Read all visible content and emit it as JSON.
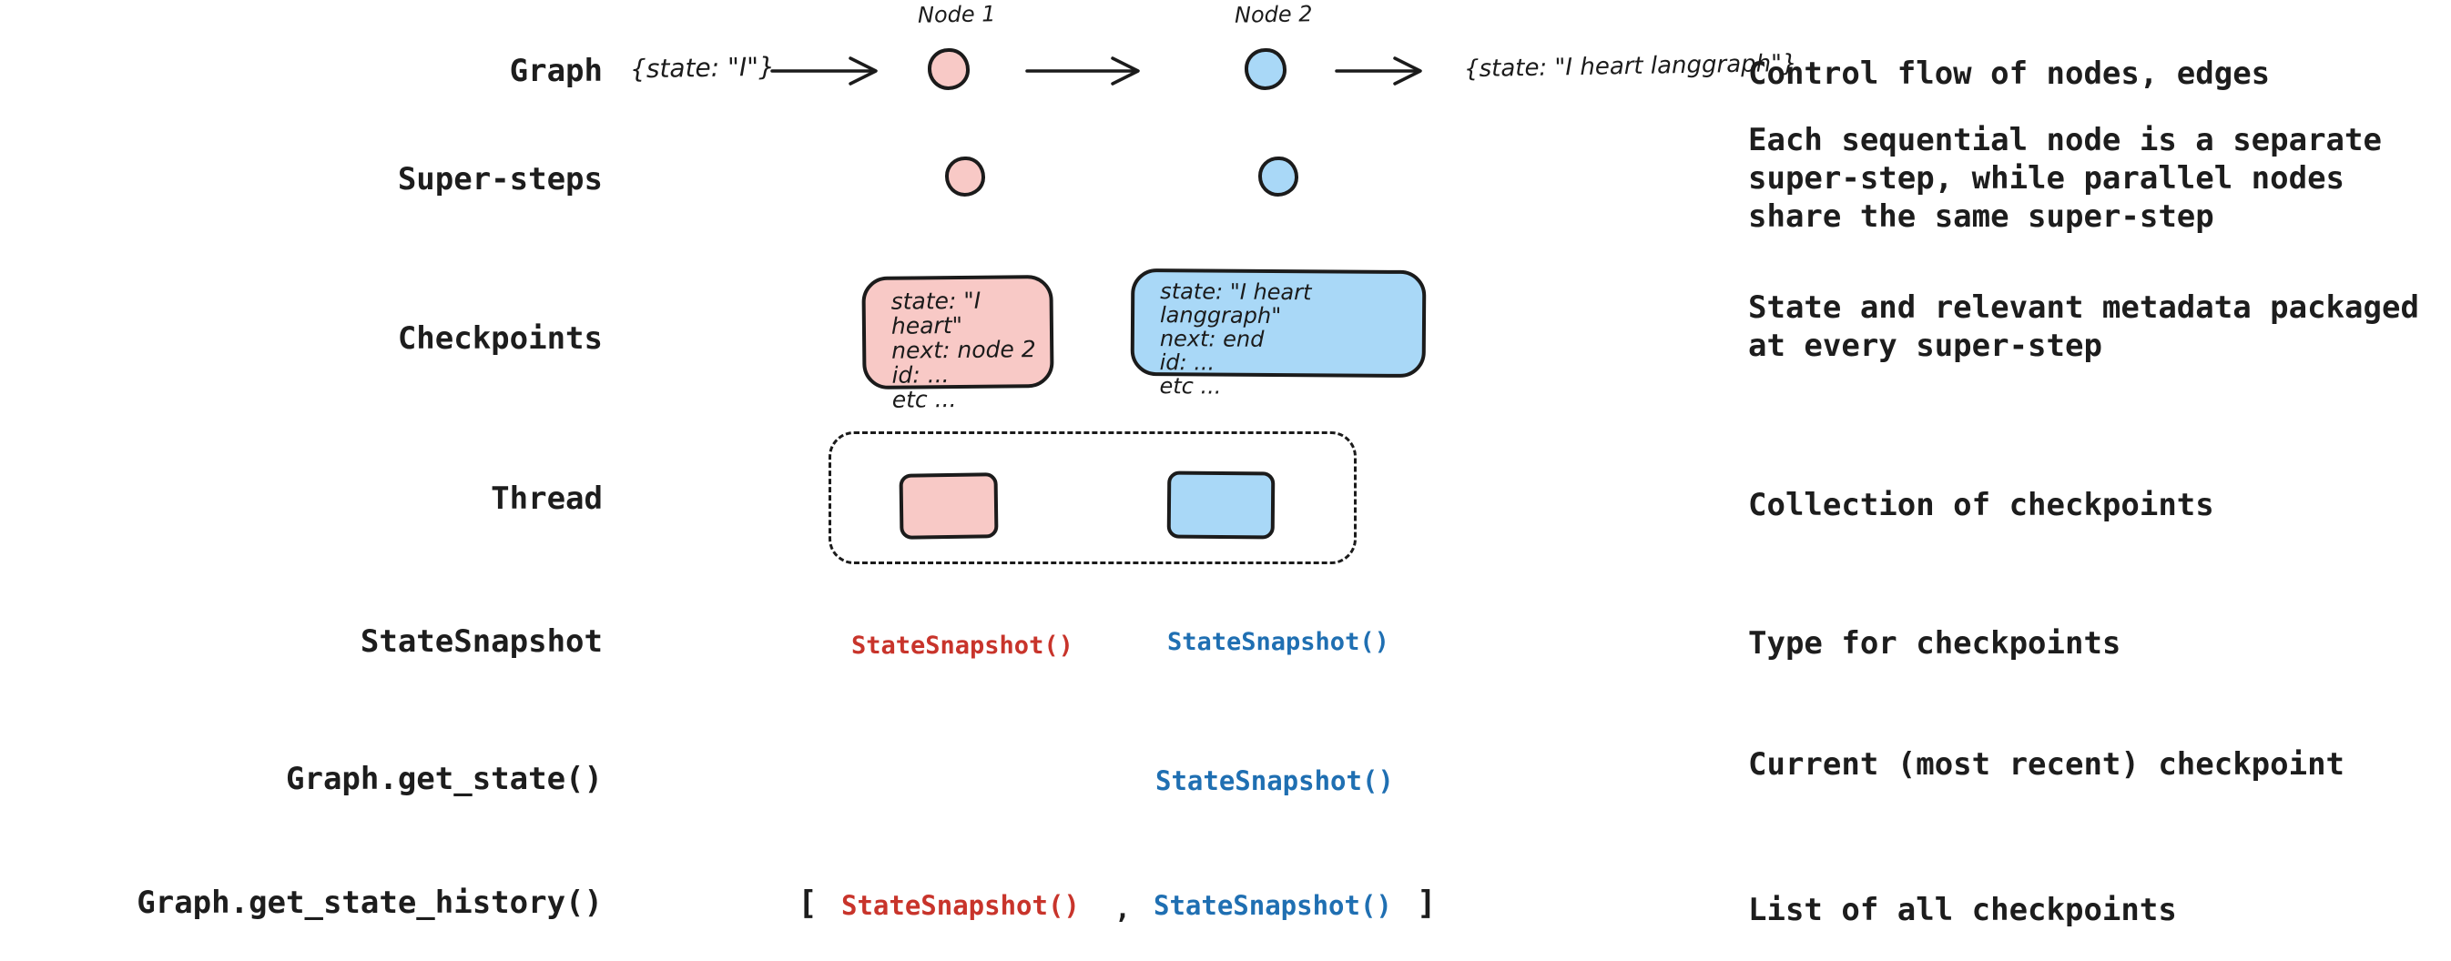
{
  "colors": {
    "node_pink": "#F8C9C6",
    "node_blue": "#A9D8F7",
    "outline": "#1b1b1b",
    "code_red": "#C8342B",
    "code_blue": "#1F6FB2",
    "text": "#1d1d1d"
  },
  "rows": [
    {
      "label": "Graph",
      "description": "Control flow of nodes, edges"
    },
    {
      "label": "Super-steps",
      "description": "Each sequential node is a separate\nsuper-step, while parallel nodes\nshare the same super-step"
    },
    {
      "label": "Checkpoints",
      "description": "State and relevant metadata packaged\nat every super-step"
    },
    {
      "label": "Thread",
      "description": "Collection of checkpoints"
    },
    {
      "label": "StateSnapshot",
      "description": "Type for checkpoints"
    },
    {
      "label": "Graph.get_state()",
      "description": "Current (most recent) checkpoint"
    },
    {
      "label": "Graph.get_state_history()",
      "description": "List of all checkpoints"
    }
  ],
  "graph_flow": {
    "input_state": "{state: \"I\"}",
    "node1_label": "Node 1",
    "node2_label": "Node 2",
    "output_state": "{state: \"I heart langgraph\"}"
  },
  "checkpoints": {
    "pink_box_lines": [
      "state: \"I heart\"",
      "next: node 2",
      "id: ...",
      "etc ..."
    ],
    "blue_box_lines": [
      "state: \"I heart langgraph\"",
      "next: end",
      "id: ...",
      "etc ..."
    ]
  },
  "snapshot_row": {
    "red_code": "StateSnapshot()",
    "blue_code": "StateSnapshot()"
  },
  "get_state_row": {
    "blue_code": "StateSnapshot()"
  },
  "history_row": {
    "open_bracket": "[",
    "red_code": "StateSnapshot()",
    "comma": ",",
    "blue_code": "StateSnapshot()",
    "close_bracket": "]"
  }
}
